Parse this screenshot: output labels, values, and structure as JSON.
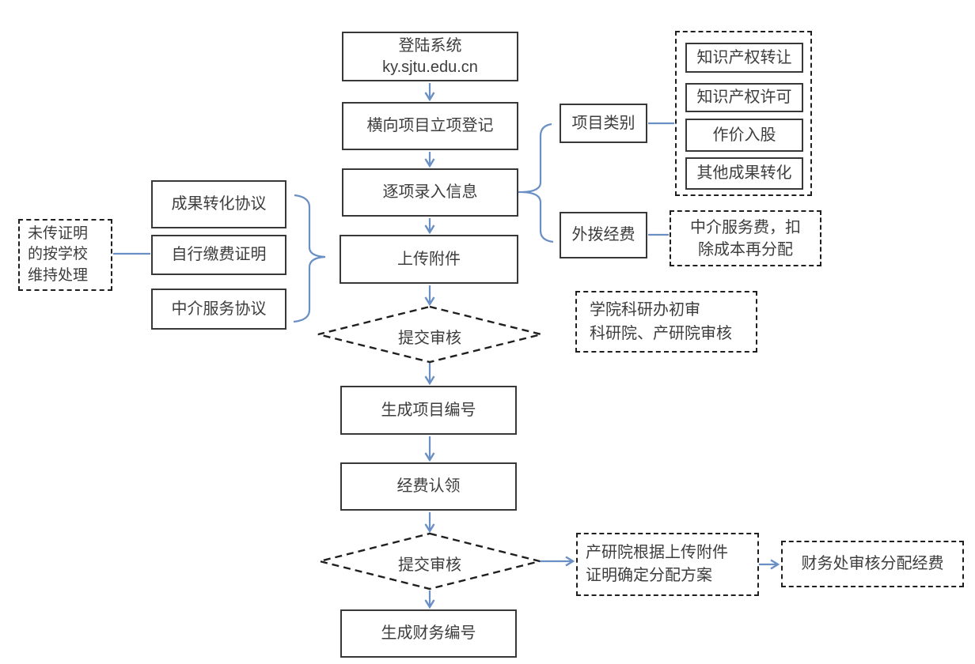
{
  "colors": {
    "arrow_blue": "#6a8fc5",
    "border_dark": "#383838",
    "dashed_dark": "#1f1f1f",
    "text": "#3d3d3d"
  },
  "main_flow": {
    "login_line1": "登陆系统",
    "login_line2": "ky.sjtu.edu.cn",
    "register": "横向项目立项登记",
    "input_info": "逐项录入信息",
    "upload": "上传附件",
    "review1": "提交审核",
    "project_number": "生成项目编号",
    "fund_claim": "经费认领",
    "review2": "提交审核",
    "finance_number": "生成财务编号"
  },
  "attachments": {
    "transform_agreement": "成果转化协议",
    "self_payment_proof": "自行缴费证明",
    "broker_agreement": "中介服务协议",
    "unsent_note_line1": "未传证明",
    "unsent_note_line2": "的按学校",
    "unsent_note_line3": "维持处理"
  },
  "category": {
    "label": "项目类别",
    "options": [
      "知识产权转让",
      "知识产权许可",
      "作价入股",
      "其他成果转化"
    ]
  },
  "outbound_funds": {
    "label": "外拨经费",
    "note_line1": "中介服务费，扣",
    "note_line2": "除成本再分配"
  },
  "review_notes": {
    "line1": "学院科研办初审",
    "line2": "科研院、产研院审核"
  },
  "allocation": {
    "plan_line1": "产研院根据上传附件",
    "plan_line2": "证明确定分配方案",
    "finance_review": "财务处审核分配经费"
  }
}
